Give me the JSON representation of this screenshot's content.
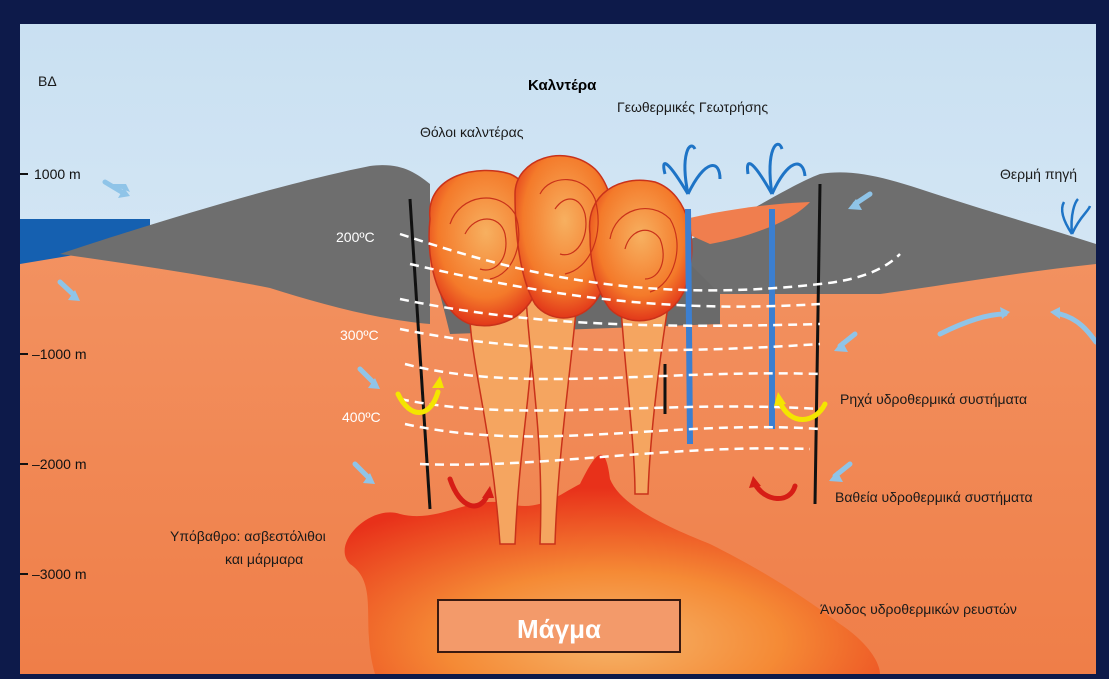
{
  "orientation_label": "ΒΔ",
  "title": "Καλντέρα",
  "labels": {
    "domes": "Θόλοι καλντέρας",
    "wells": "Γεωθερμικές Γεωτρήσης",
    "hot_spring": "Θερμή πηγή",
    "shallow_systems": "Ρηχά υδροθερμικά  συστήματα",
    "deep_systems": "Βαθεία υδροθερμικά συστήματα",
    "basement_line1": "Υπόβαθρο: ασβεστόλιθοι",
    "basement_line2": "και μάρμαρα",
    "fluid_rise": "Άνοδος υδροθερμικών ρευστών",
    "magma": "Μάγμα"
  },
  "depths": [
    "1000 m",
    "–1000 m",
    "–2000 m",
    "–3000 m"
  ],
  "temperatures": [
    "200ºC",
    "300ºC",
    "400ºC"
  ],
  "colors": {
    "sky": "#cfe3f3",
    "sea": "#1560b0",
    "crust": "#f08a5a",
    "volcanic_rock": "#6f6f6f",
    "magma": "#f47a2a",
    "water_arrow": "#8fc4e8",
    "yellow_arrow": "#f4e500",
    "red_arrow": "#d61d16"
  },
  "icons": [
    "water-jet-icon",
    "hot-spring-icon",
    "arrow-icon"
  ]
}
